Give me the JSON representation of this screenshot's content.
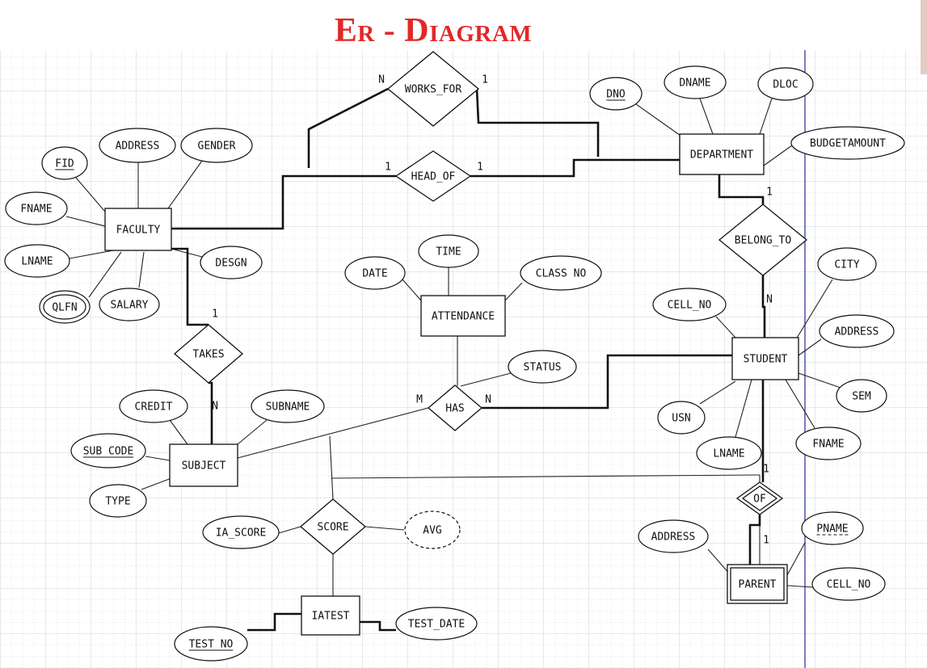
{
  "title": "Er - Diagram",
  "entities": [
    {
      "id": "faculty",
      "label": "FACULTY"
    },
    {
      "id": "department",
      "label": "DEPARTMENT"
    },
    {
      "id": "attendance",
      "label": "ATTENDANCE"
    },
    {
      "id": "student",
      "label": "STUDENT"
    },
    {
      "id": "subject",
      "label": "SUBJECT"
    },
    {
      "id": "iatest",
      "label": "IATEST"
    },
    {
      "id": "parent",
      "label": "PARENT",
      "weak": true
    }
  ],
  "relationships": [
    {
      "id": "works_for",
      "label": "WORKS_FOR"
    },
    {
      "id": "head_of",
      "label": "HEAD_OF"
    },
    {
      "id": "belong_to",
      "label": "BELONG_TO"
    },
    {
      "id": "takes",
      "label": "TAKES"
    },
    {
      "id": "has",
      "label": "HAS"
    },
    {
      "id": "score",
      "label": "SCORE"
    },
    {
      "id": "of",
      "label": "OF",
      "identifying": true
    }
  ],
  "attributes": [
    {
      "id": "dno",
      "label": "DNO",
      "key": true
    },
    {
      "id": "dname",
      "label": "DNAME"
    },
    {
      "id": "dloc",
      "label": "DLOC"
    },
    {
      "id": "budgetamount",
      "label": "BUDGETAMOUNT"
    },
    {
      "id": "address_fac",
      "label": "ADDRESS"
    },
    {
      "id": "gender",
      "label": "GENDER"
    },
    {
      "id": "fid",
      "label": "FID",
      "key": true
    },
    {
      "id": "fname_fac",
      "label": "FNAME"
    },
    {
      "id": "lname_fac",
      "label": "LNAME"
    },
    {
      "id": "qlfn",
      "label": "QLFN",
      "multivalued": true
    },
    {
      "id": "salary",
      "label": "SALARY"
    },
    {
      "id": "desgn",
      "label": "DESGN"
    },
    {
      "id": "time",
      "label": "TIME"
    },
    {
      "id": "date",
      "label": "DATE"
    },
    {
      "id": "class_no",
      "label": "CLASS NO"
    },
    {
      "id": "status",
      "label": "STATUS"
    },
    {
      "id": "city",
      "label": "CITY"
    },
    {
      "id": "cell_no_stu",
      "label": "CELL_NO"
    },
    {
      "id": "address_stu",
      "label": "ADDRESS"
    },
    {
      "id": "sem",
      "label": "SEM"
    },
    {
      "id": "usn",
      "label": "USN"
    },
    {
      "id": "lname_stu",
      "label": "LNAME"
    },
    {
      "id": "fname_stu",
      "label": "FNAME"
    },
    {
      "id": "credit",
      "label": "CREDIT"
    },
    {
      "id": "subname",
      "label": "SUBNAME"
    },
    {
      "id": "sub_code",
      "label": "SUB CODE",
      "key": true
    },
    {
      "id": "type",
      "label": "TYPE"
    },
    {
      "id": "ia_score",
      "label": "IA_SCORE"
    },
    {
      "id": "avg",
      "label": "AVG",
      "derived": true
    },
    {
      "id": "test_no",
      "label": "TEST NO",
      "key": true
    },
    {
      "id": "test_date",
      "label": "TEST_DATE"
    },
    {
      "id": "address_par",
      "label": "ADDRESS"
    },
    {
      "id": "pname",
      "label": "PNAME",
      "partial_key": true
    },
    {
      "id": "cell_no_par",
      "label": "CELL_NO"
    }
  ],
  "cardinalities": [
    {
      "id": "works_for_fac",
      "label": "N"
    },
    {
      "id": "works_for_dept",
      "label": "1"
    },
    {
      "id": "head_of_fac",
      "label": "1"
    },
    {
      "id": "head_of_dept",
      "label": "1"
    },
    {
      "id": "belong_to_dept",
      "label": "1"
    },
    {
      "id": "belong_to_stu",
      "label": "N"
    },
    {
      "id": "takes_fac",
      "label": "1"
    },
    {
      "id": "takes_sub",
      "label": "N"
    },
    {
      "id": "has_sub",
      "label": "M"
    },
    {
      "id": "has_stu",
      "label": "N"
    },
    {
      "id": "of_stu",
      "label": "1"
    },
    {
      "id": "of_par",
      "label": "1"
    }
  ],
  "colors": {
    "title": "#e12828",
    "grid": "#c9d2dc",
    "margin_line": "#3a3aa0",
    "accent": "#e6c9c3"
  }
}
